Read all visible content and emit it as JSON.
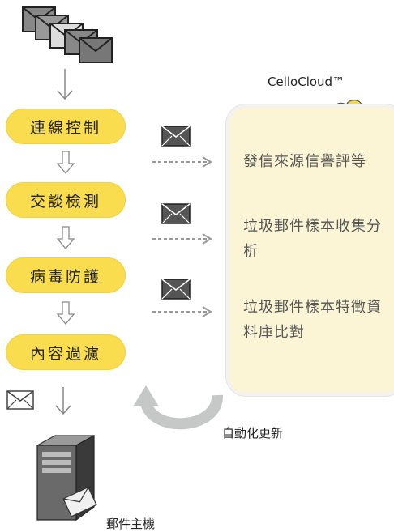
{
  "cloud_title": "CelloCloud™",
  "stages": [
    "連線控制",
    "交談檢測",
    "病毒防護",
    "內容過濾"
  ],
  "cloud_items": [
    "發信來源信譽評等",
    "垃圾郵件樣本收集分析",
    "垃圾郵件樣本特徵資料庫比對"
  ],
  "update_label": "自動化更新",
  "server_label": "郵件主機"
}
